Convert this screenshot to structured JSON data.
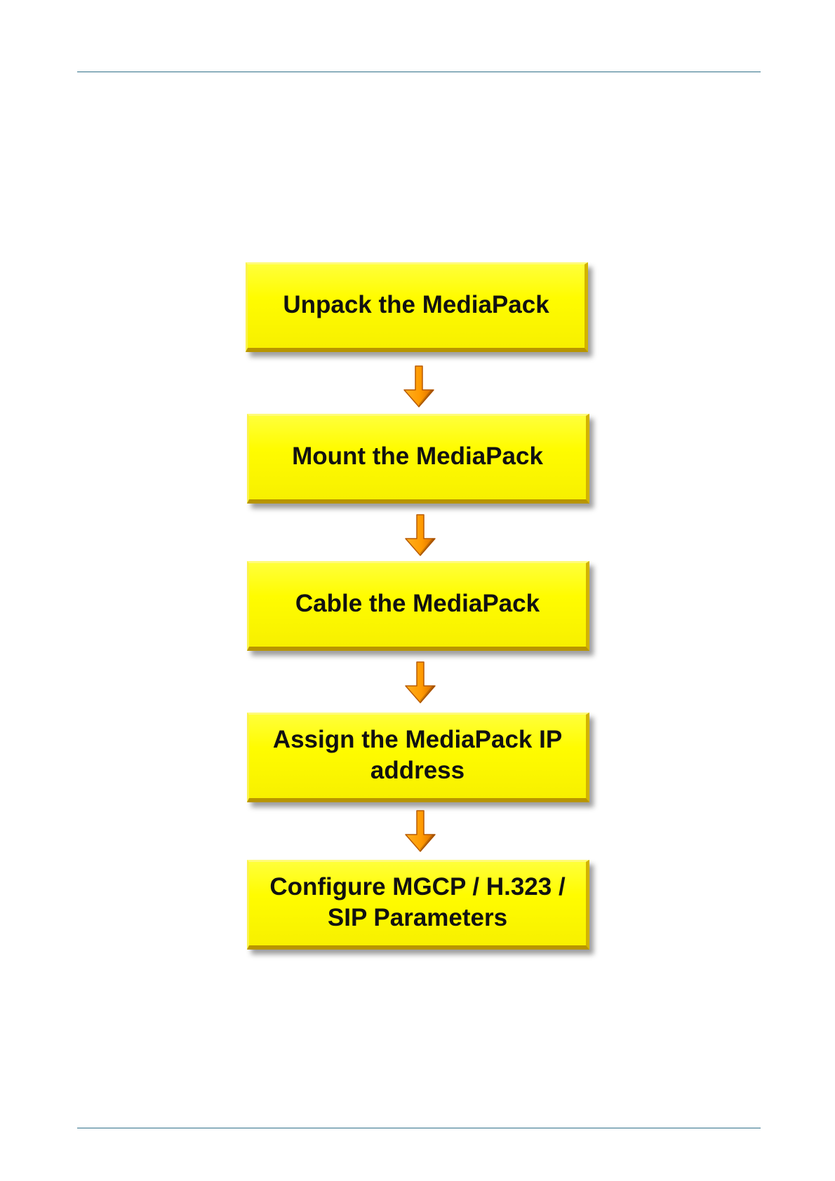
{
  "steps": [
    {
      "label": "Unpack the MediaPack"
    },
    {
      "label": "Mount the MediaPack"
    },
    {
      "label": "Cable the MediaPack"
    },
    {
      "label_lines": [
        "Assign the MediaPack IP",
        "address"
      ]
    },
    {
      "label_lines": [
        "Configure MGCP / H.323 /",
        "SIP Parameters"
      ]
    }
  ],
  "colors": {
    "box_fill": "#fffc00",
    "arrow_fill": "#ff9a00",
    "rule": "#2f6f88"
  }
}
